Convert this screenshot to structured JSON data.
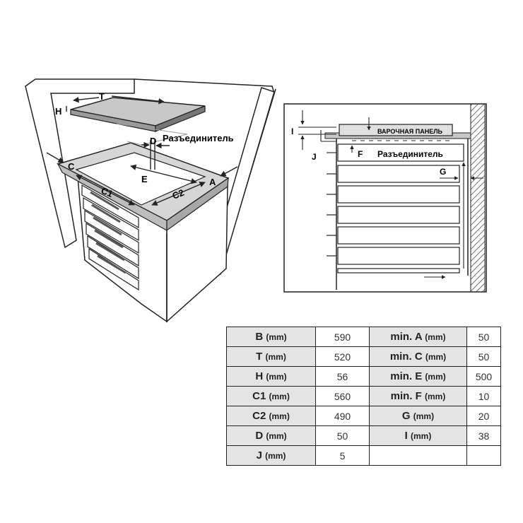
{
  "left": {
    "labels": {
      "T": "T",
      "H": "H",
      "D": "D",
      "separator": "Разъединитель",
      "E": "E",
      "C": "C",
      "C1": "C1",
      "C2": "C2",
      "A": "A"
    }
  },
  "section": {
    "labels": {
      "I": "I",
      "J": "J",
      "hob": "ВАРОЧНАЯ ПАНЕЛЬ",
      "F": "F",
      "separator": "Разъединитель",
      "G": "G"
    }
  },
  "table": {
    "rows": [
      {
        "l1": "B",
        "u1": "(mm)",
        "v1": "590",
        "l2": "min. A",
        "u2": "(mm)",
        "v2": "50"
      },
      {
        "l1": "T",
        "u1": "(mm)",
        "v1": "520",
        "l2": "min. C",
        "u2": "(mm)",
        "v2": "50"
      },
      {
        "l1": "H",
        "u1": "(mm)",
        "v1": "56",
        "l2": "min. E",
        "u2": "(mm)",
        "v2": "500"
      },
      {
        "l1": "C1",
        "u1": "(mm)",
        "v1": "560",
        "l2": "min. F",
        "u2": "(mm)",
        "v2": "10"
      },
      {
        "l1": "C2",
        "u1": "(mm)",
        "v1": "490",
        "l2": "G",
        "u2": "(mm)",
        "v2": "20"
      },
      {
        "l1": "D",
        "u1": "(mm)",
        "v1": "50",
        "l2": "I",
        "u2": "(mm)",
        "v2": "38"
      },
      {
        "l1": "J",
        "u1": "(mm)",
        "v1": "5",
        "l2": "",
        "u2": "",
        "v2": ""
      }
    ]
  }
}
